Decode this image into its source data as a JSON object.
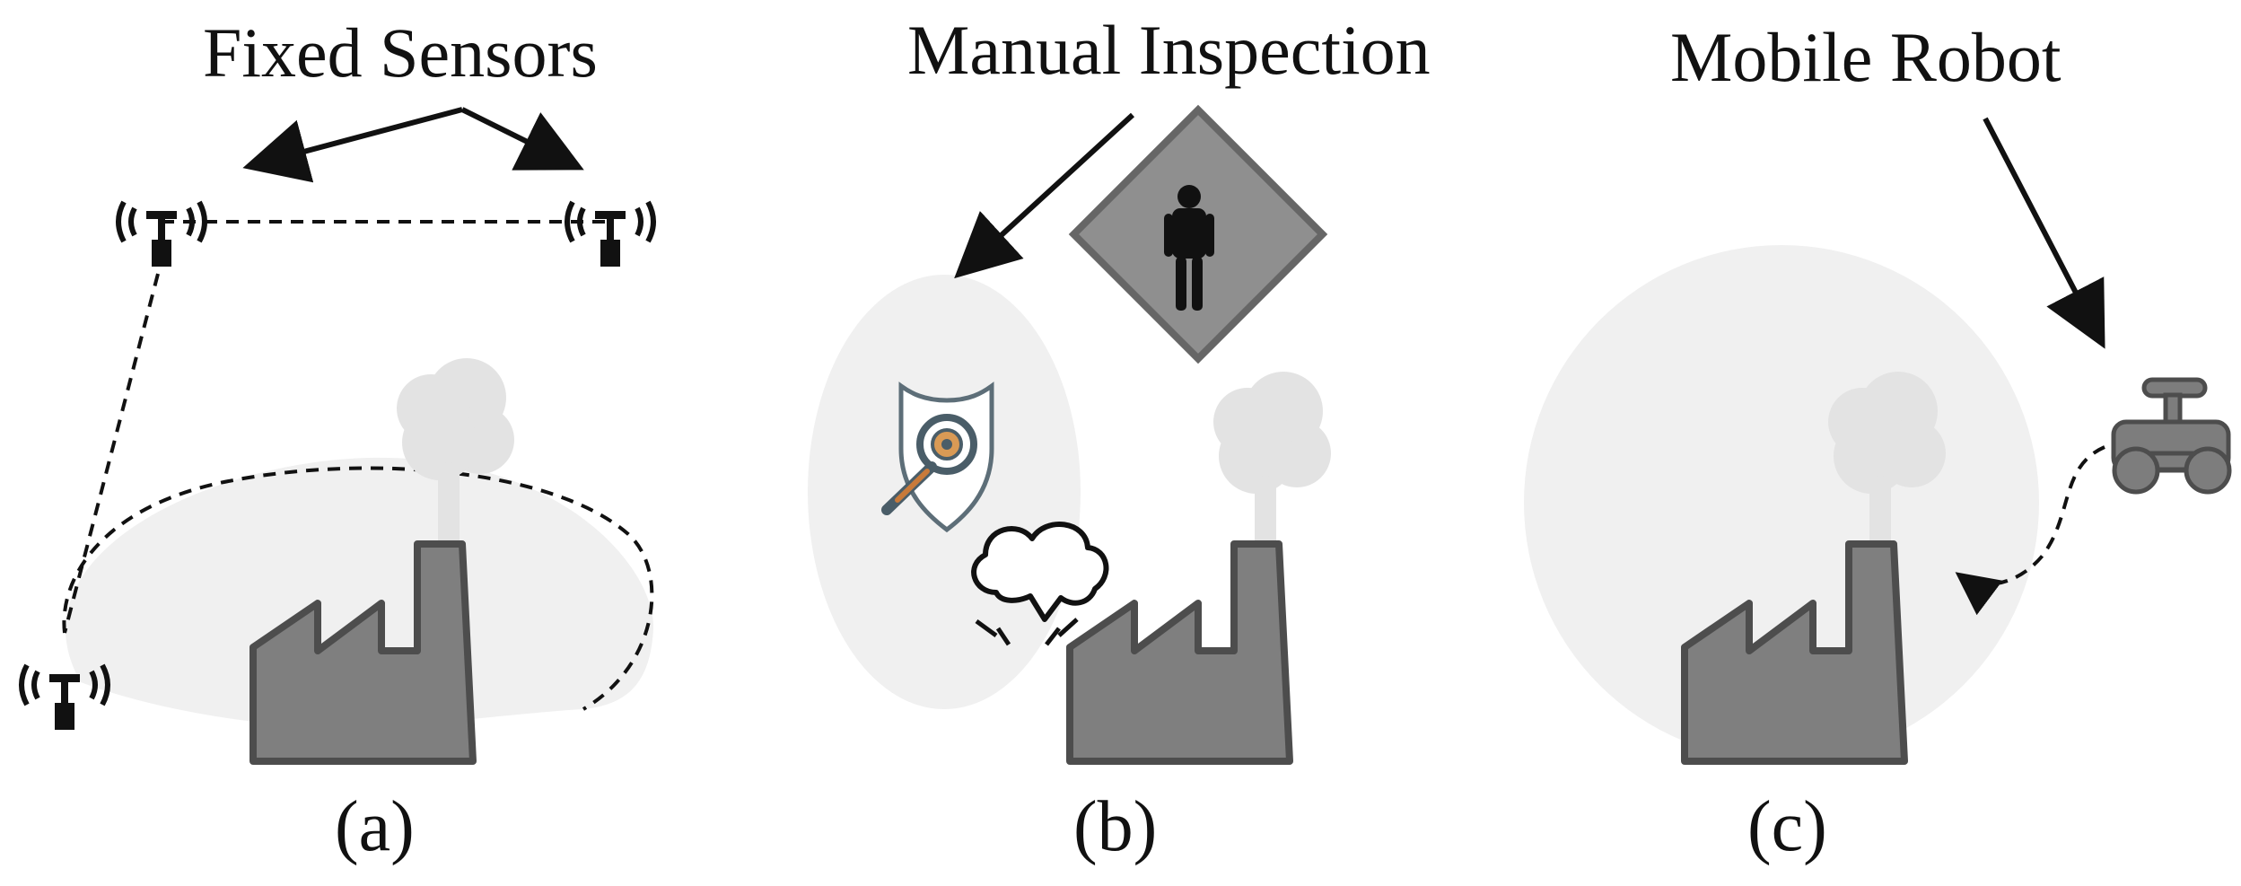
{
  "panels": {
    "a": {
      "title": "Fixed Sensors",
      "label": "(a)"
    },
    "b": {
      "title": "Manual Inspection",
      "label": "(b)"
    },
    "c": {
      "title": "Mobile Robot",
      "label": "(c)"
    }
  },
  "colors": {
    "factory_fill": "#7f7f7f",
    "factory_stroke": "#4d4d4d",
    "smoke": "#e3e3e3",
    "coverage_area": "#f0f0f0",
    "sensor": "#111111",
    "warning_sign": "#8f8f8f",
    "line": "#111111"
  },
  "icons": [
    "fixed-sensor-icon",
    "factory-icon",
    "smoke-icon",
    "warning-sign-icon",
    "person-icon",
    "shield-magnifier-icon",
    "cloud-burst-icon",
    "mobile-robot-icon"
  ]
}
